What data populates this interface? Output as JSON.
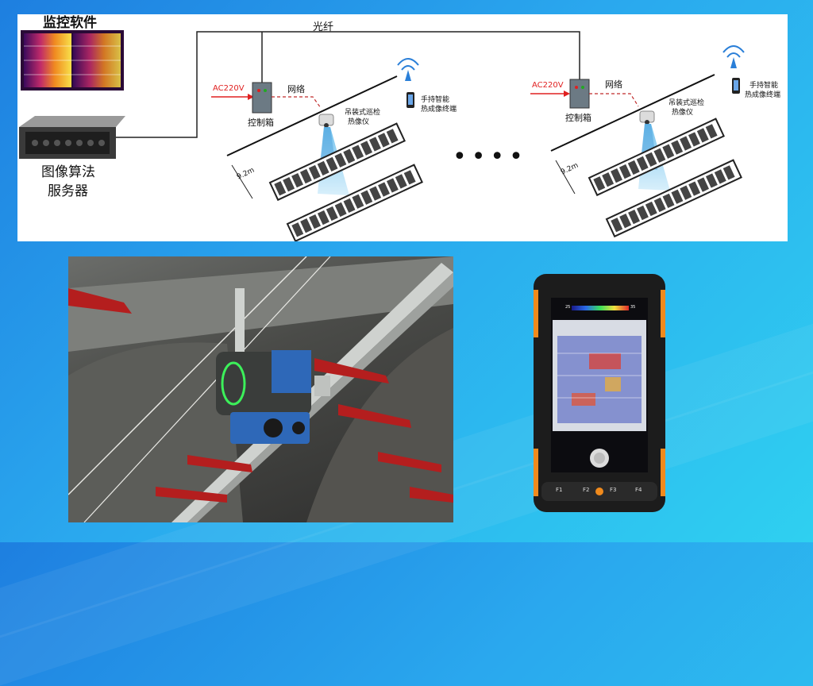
{
  "diagram": {
    "monitor_software": "监控软件",
    "server": {
      "line1": "图像算法",
      "line2": "服务器"
    },
    "fiber": "光纤",
    "ellipsis": "••••",
    "units": [
      {
        "ac": "AC220V",
        "network": "网络",
        "control_box": "控制箱",
        "camera": {
          "line1": "吊装式巡检",
          "line2": "热像仪"
        },
        "handheld": {
          "line1": "手持智能",
          "line2": "热成像终端"
        },
        "distance": "9.2m"
      },
      {
        "ac": "AC220V",
        "network": "网络",
        "control_box": "控制箱",
        "camera": {
          "line1": "吊装式巡检",
          "line2": "热像仪"
        },
        "handheld": {
          "line1": "手持智能",
          "line2": "热成像终端"
        },
        "distance": "9.2m"
      }
    ]
  },
  "phone": {
    "scale_min": "25",
    "scale_max": "35",
    "keys": [
      "F1",
      "F2",
      "F3",
      "F4"
    ]
  },
  "colors": {
    "accent_red": "#e02020",
    "cable": "#222222",
    "phone_orange": "#f08a1c"
  }
}
